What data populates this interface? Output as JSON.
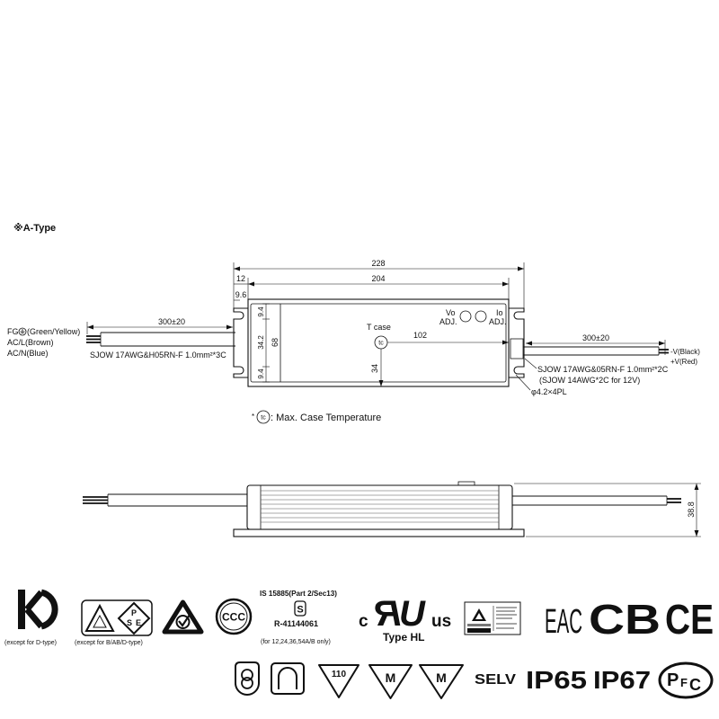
{
  "colors": {
    "line": "#111111",
    "background": "#ffffff"
  },
  "section_label": "※A-Type",
  "top_view": {
    "dimensions": {
      "overall_length": "228",
      "flange": "12",
      "body_length": "204",
      "hole_offset": "9.6",
      "edge_top": "9.4",
      "hole_spacing": "34.2",
      "width": "68",
      "edge_bottom": "9.4",
      "tc_from_end": "102",
      "tc_from_edge": "34"
    },
    "adjusters": {
      "vo": "Vo",
      "vo_adj": "ADJ.",
      "io": "Io",
      "io_adj": "ADJ."
    },
    "tcase_label": "T case",
    "tc_symbol": "tc",
    "input_cable": {
      "length": "300±20",
      "fg_label": "FG",
      "fg_color": "(Green/Yellow)",
      "line_label": "AC/L(Brown)",
      "neutral_label": "AC/N(Blue)",
      "spec": "SJOW 17AWG&H05RN-F 1.0mm²*3C"
    },
    "output_cable": {
      "length": "300±20",
      "neg_label": "-V(Black)",
      "pos_label": "+V(Red)",
      "spec": "SJOW 17AWG&05RN-F 1.0mm²*2C",
      "spec_12v": "(SJOW 14AWG*2C for 12V)"
    },
    "mounting_holes": "φ4.2×4PL"
  },
  "note": {
    "asterisk": "*",
    "symbol": "tc",
    "text": ": Max. Case Temperature"
  },
  "side_view": {
    "height": "38.8"
  },
  "certifications": {
    "kc": {
      "icon": "kc-mark-icon",
      "note": "(except for D-type)"
    },
    "pse": {
      "icon": "pse-mark-icon",
      "letters": [
        "P",
        "S",
        "E"
      ],
      "note": "(except for B/AB/D-type)"
    },
    "rcm": {
      "icon": "rcm-mark-icon"
    },
    "ccc": {
      "icon": "ccc-mark-icon",
      "letters": "CCC"
    },
    "bis": {
      "icon": "bis-mark-icon",
      "standard": "IS 15885(Part 2/Sec13)",
      "letter": "S",
      "registration": "R-41144061",
      "note": "(for 12,24,36,54A/B only)"
    },
    "ul": {
      "icon": "ul-recognized-mark-icon",
      "prefix": "c",
      "letters": [
        "R",
        "U"
      ],
      "suffix": "us",
      "type": "Type HL"
    },
    "tuv": {
      "icon": "tuv-mark-icon"
    },
    "eac": {
      "icon": "eac-mark-icon",
      "letters": "EAC"
    },
    "cb": {
      "icon": "cb-mark-icon",
      "letters": "CB"
    },
    "ce": {
      "icon": "ce-mark-icon",
      "letters": "CE"
    }
  },
  "symbols": {
    "transformer": {
      "icon": "safety-transformer-icon"
    },
    "independent": {
      "icon": "independent-gear-icon"
    },
    "temperature": {
      "icon": "temperature-triangle-icon",
      "value": "110"
    },
    "furniture_1": {
      "icon": "furniture-mount-icon",
      "letter": "M"
    },
    "furniture_2": {
      "icon": "furniture-mount-icon",
      "letter": "M"
    },
    "selv": "SELV",
    "ip65": "IP65",
    "ip67": "IP67",
    "pfc": {
      "icon": "pfc-mark-icon",
      "letters": [
        "P",
        "F",
        "C"
      ]
    }
  }
}
